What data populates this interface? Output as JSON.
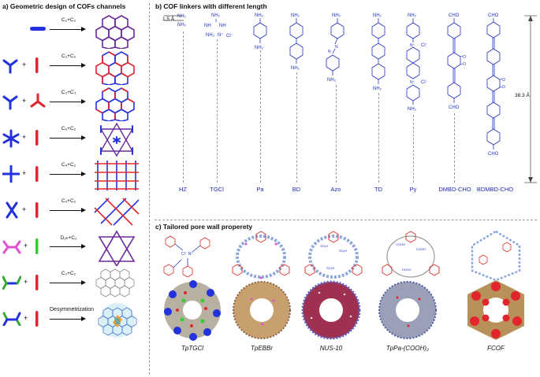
{
  "panels": {
    "a_title": "a) Geometric design of COFs channels",
    "b_title": "b) COF linkers with different length",
    "c_title": "c) Tailored pore wall properety"
  },
  "geometry_rows": [
    {
      "label": "C₂+C₂"
    },
    {
      "label": "C₃+C₂"
    },
    {
      "label": "C₃+C₃"
    },
    {
      "label": "C₆+C₂"
    },
    {
      "label": "C₄+C₂"
    },
    {
      "label": "C₄+C₂"
    },
    {
      "label": "D₂ₕ+C₂"
    },
    {
      "label": "C₂+C₂"
    },
    {
      "label": "Desymmetrization"
    }
  ],
  "plus_sign": "+",
  "linkers": [
    "HZ",
    "TGCl",
    "Pa",
    "BD",
    "Azo",
    "TD",
    "Py",
    "DMBD-CHO",
    "BDMBD-CHO"
  ],
  "scale_small": "1.5 Å",
  "scale_large": "38.3 Å",
  "chem_labels": {
    "nh2": "NH₂",
    "cho": "CHO",
    "cl": "Cl⁻",
    "n_eq": "N=N",
    "nh": "NH",
    "ome": "O",
    "plus": "+"
  },
  "cofs": [
    "TpTGCl",
    "TpEBBr",
    "NUS-10",
    "TpPa-(COOH)₂",
    "FCOF"
  ],
  "colors": {
    "blue_node": "#2233dd",
    "red_link": "#e0262c",
    "purple_net": "#6a2a9a",
    "pink": "#e050d0",
    "green": "#33cc33",
    "molecule": "#2030c0",
    "red_mol": "#d8302a",
    "gray_struct": "#8fa8d8"
  }
}
